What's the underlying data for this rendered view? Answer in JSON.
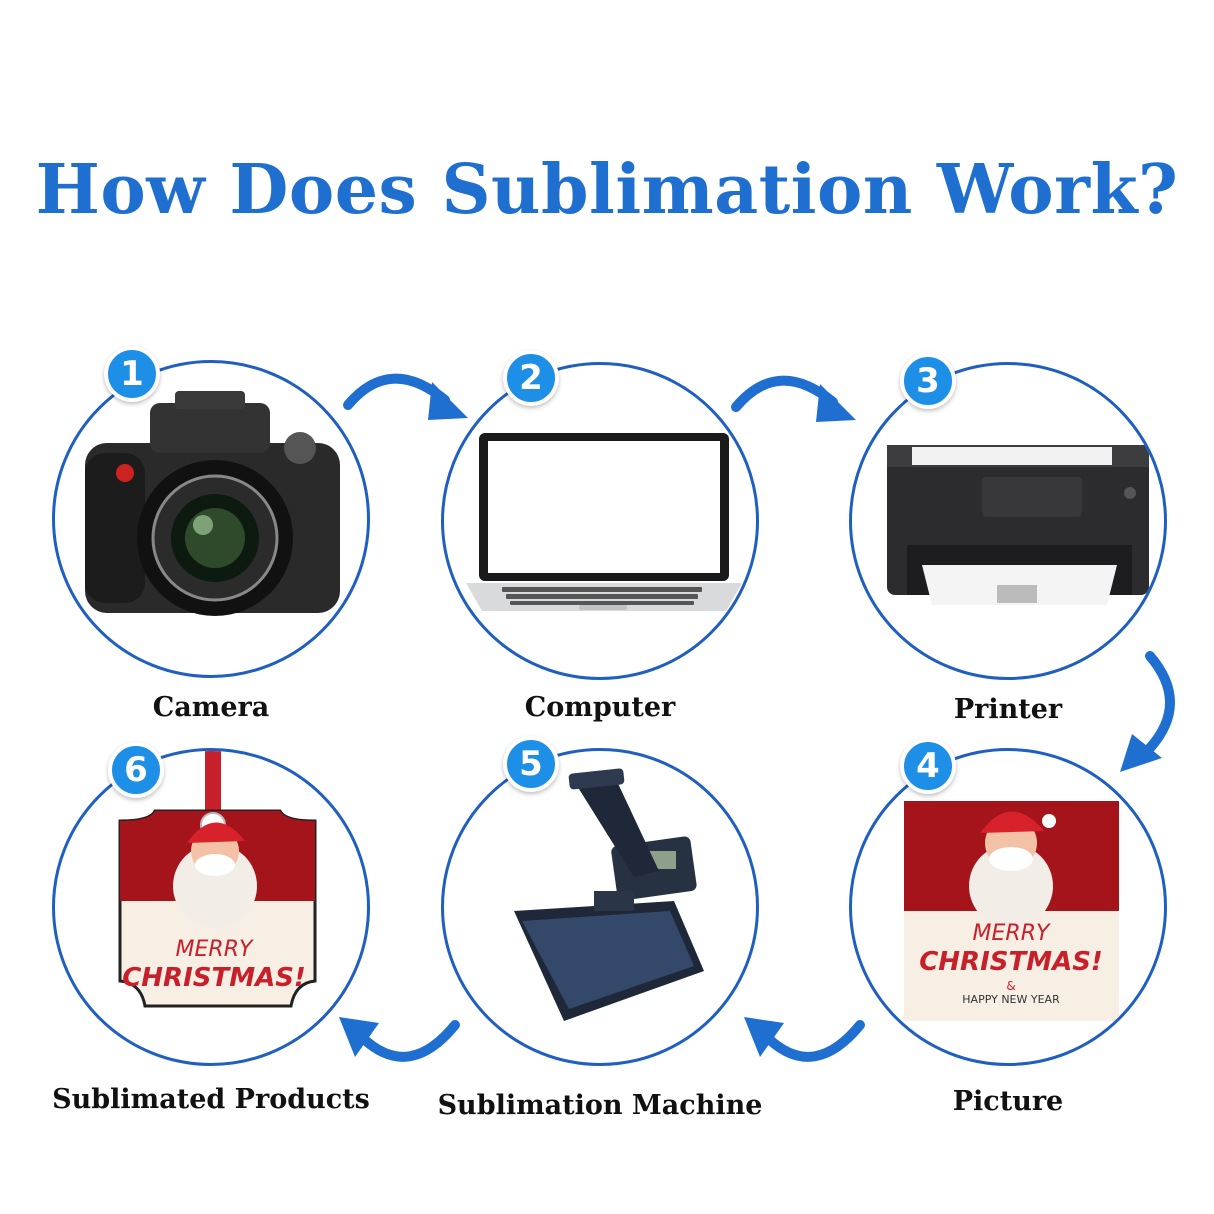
{
  "title": "How Does Sublimation Work?",
  "steps": [
    {
      "number": "1",
      "label": "Camera"
    },
    {
      "number": "2",
      "label": "Computer"
    },
    {
      "number": "3",
      "label": "Printer"
    },
    {
      "number": "4",
      "label": "Picture"
    },
    {
      "number": "5",
      "label": "Sublimation Machine"
    },
    {
      "number": "6",
      "label": "Sublimated Products"
    }
  ],
  "picture_text": {
    "merry": "MERRY",
    "christmas": "CHRISTMAS!",
    "and": "&",
    "new_year": "HAPPY NEW YEAR"
  },
  "product_text": {
    "merry": "MERRY",
    "christmas": "CHRISTMAS!"
  },
  "colors": {
    "title": "#1f6fd1",
    "circle_border": "#1f5fbf",
    "badge": "#1e8fe6",
    "arrow": "#1f6fd1"
  }
}
